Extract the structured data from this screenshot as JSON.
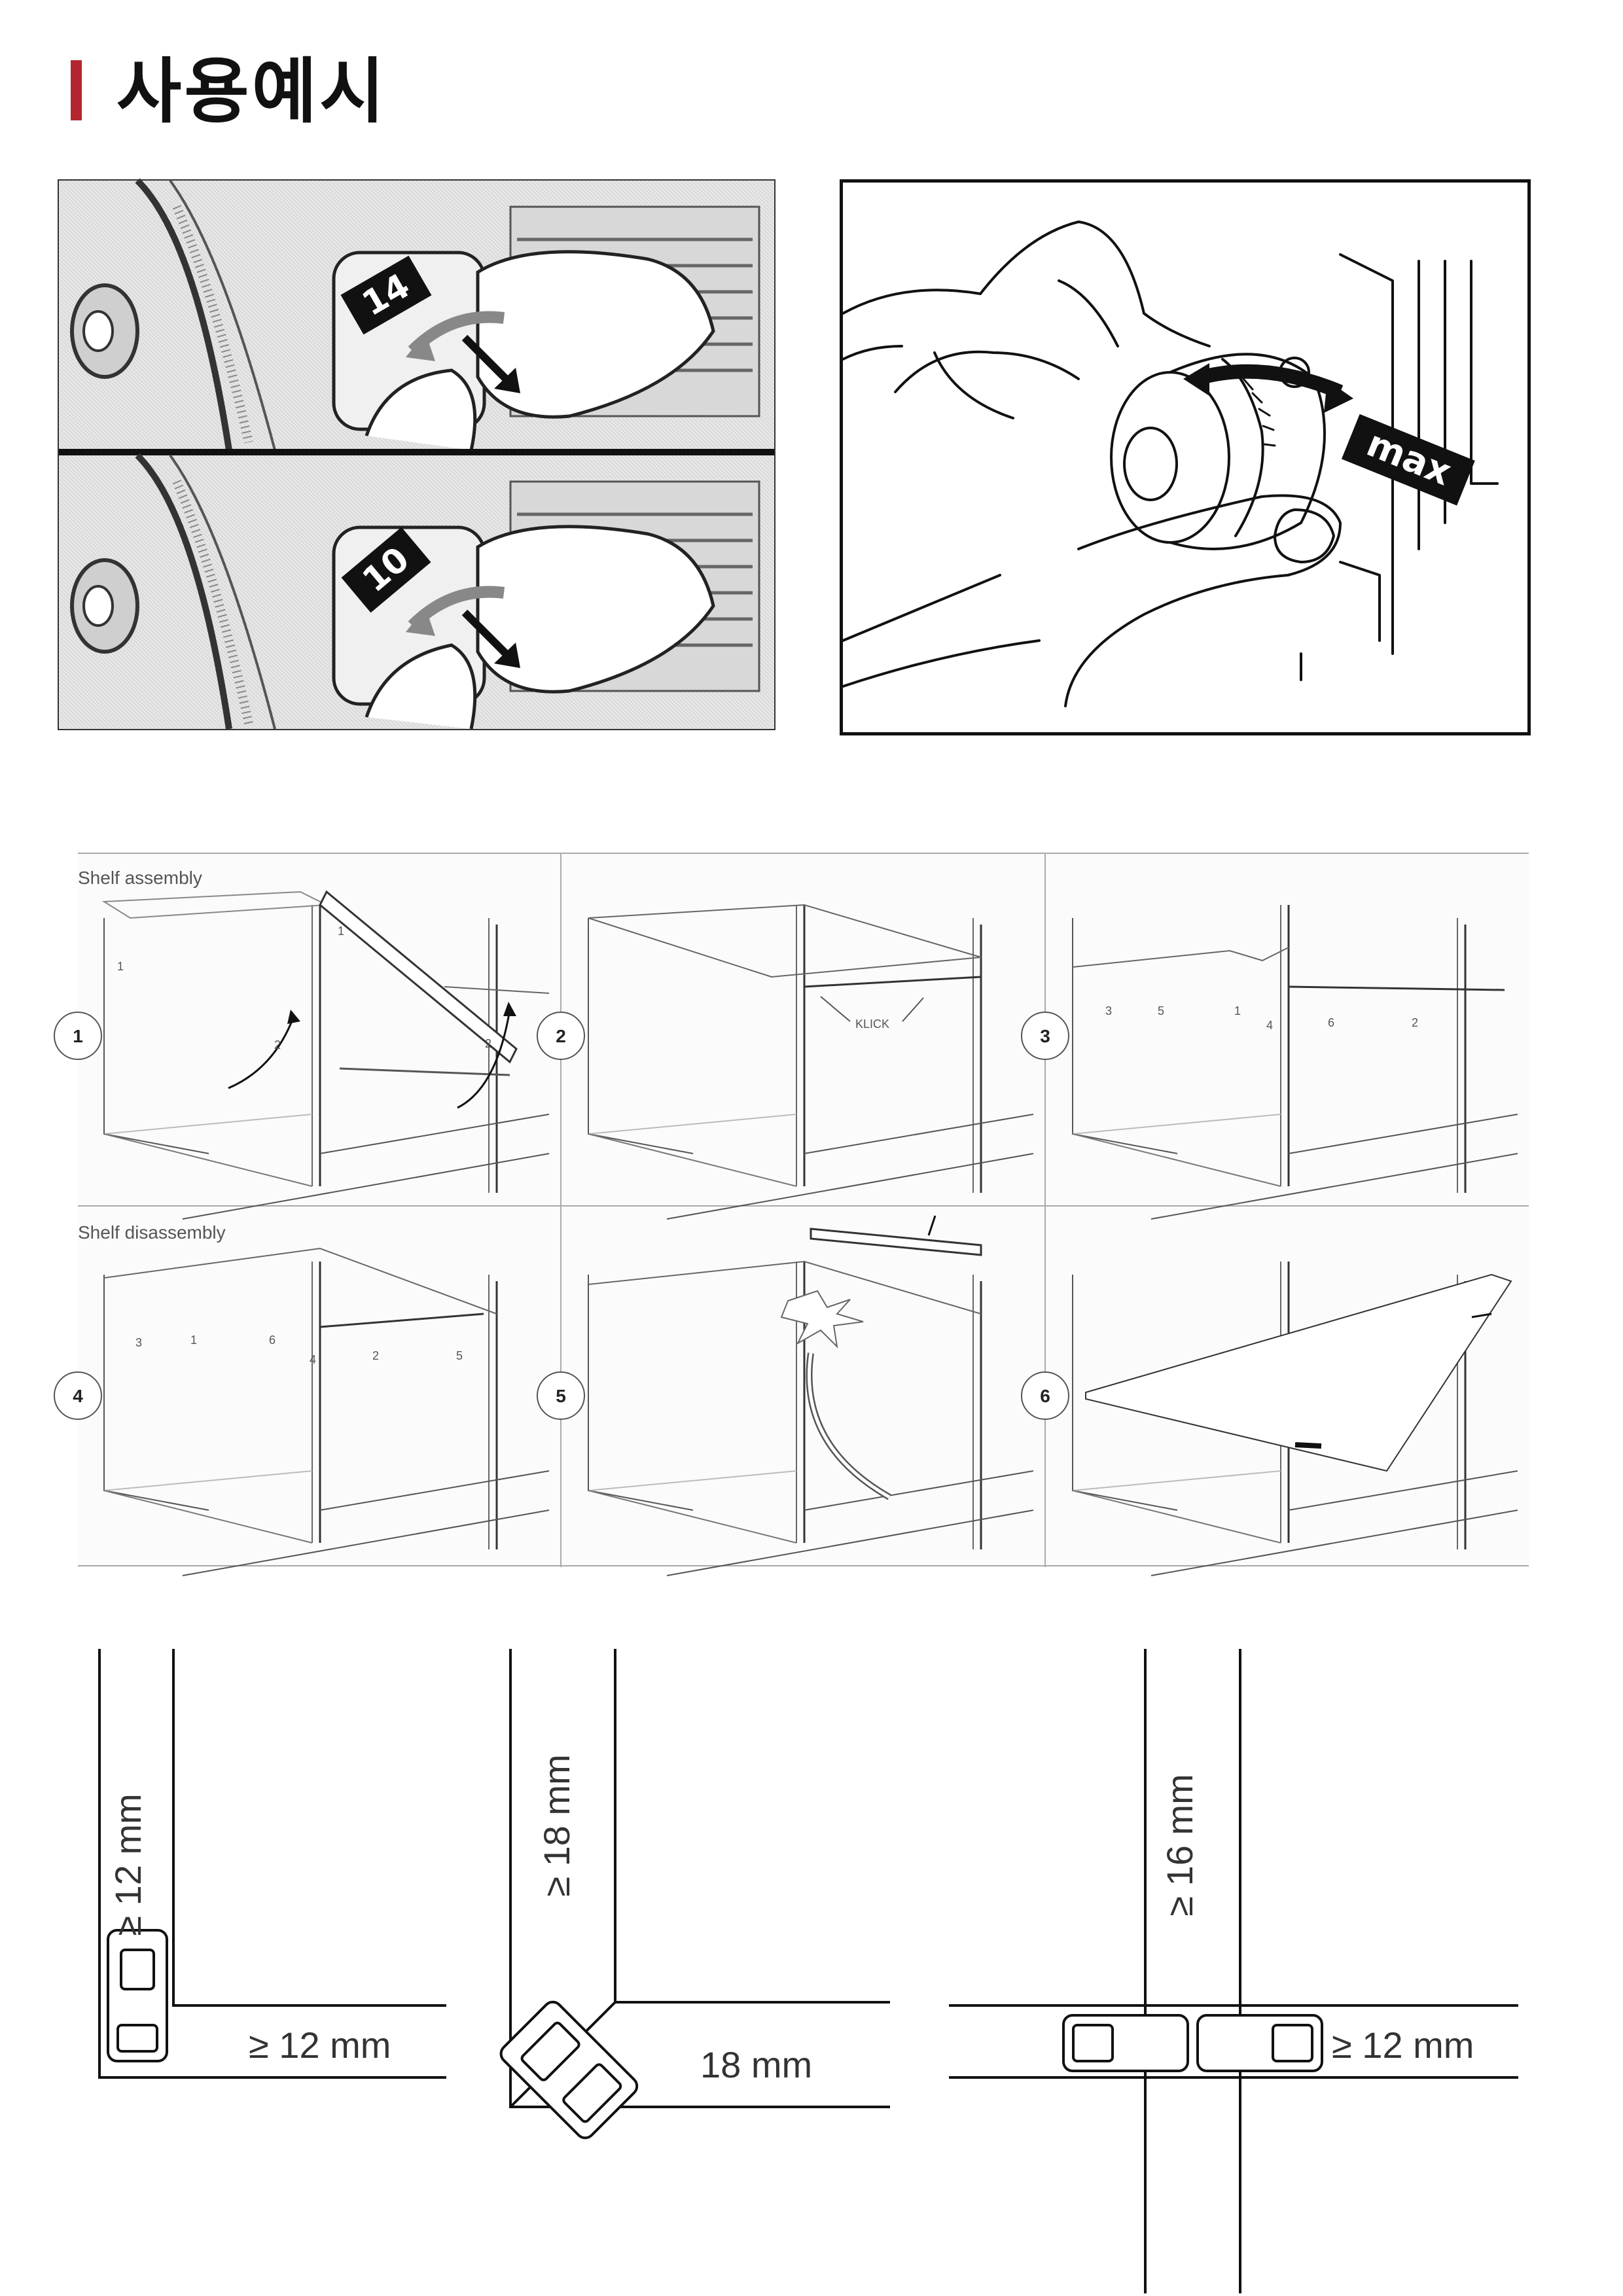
{
  "header": {
    "title": "사용예시"
  },
  "photos": {
    "left_top_dial": "14",
    "left_bottom_dial": "10",
    "right_tag": "max"
  },
  "shelf": {
    "assembly_label": "Shelf assembly",
    "disassembly_label": "Shelf disassembly",
    "steps": [
      "1",
      "2",
      "3",
      "4",
      "5",
      "6"
    ],
    "step1_marks": [
      "1",
      "1",
      "2",
      "2"
    ],
    "step2_text": "KLICK",
    "step3_marks": [
      "3",
      "5",
      "1",
      "4",
      "6",
      "2"
    ],
    "step4_marks": [
      "3",
      "1",
      "6",
      "4",
      "2",
      "5"
    ]
  },
  "dimensions": {
    "d1_vertical": "≥ 12 mm",
    "d1_horizontal": "≥ 12 mm",
    "d2_vertical": "≥ 18 mm",
    "d2_horizontal": "18 mm",
    "d3_vertical": "≥ 16 mm",
    "d3_horizontal": "≥ 12 mm"
  }
}
